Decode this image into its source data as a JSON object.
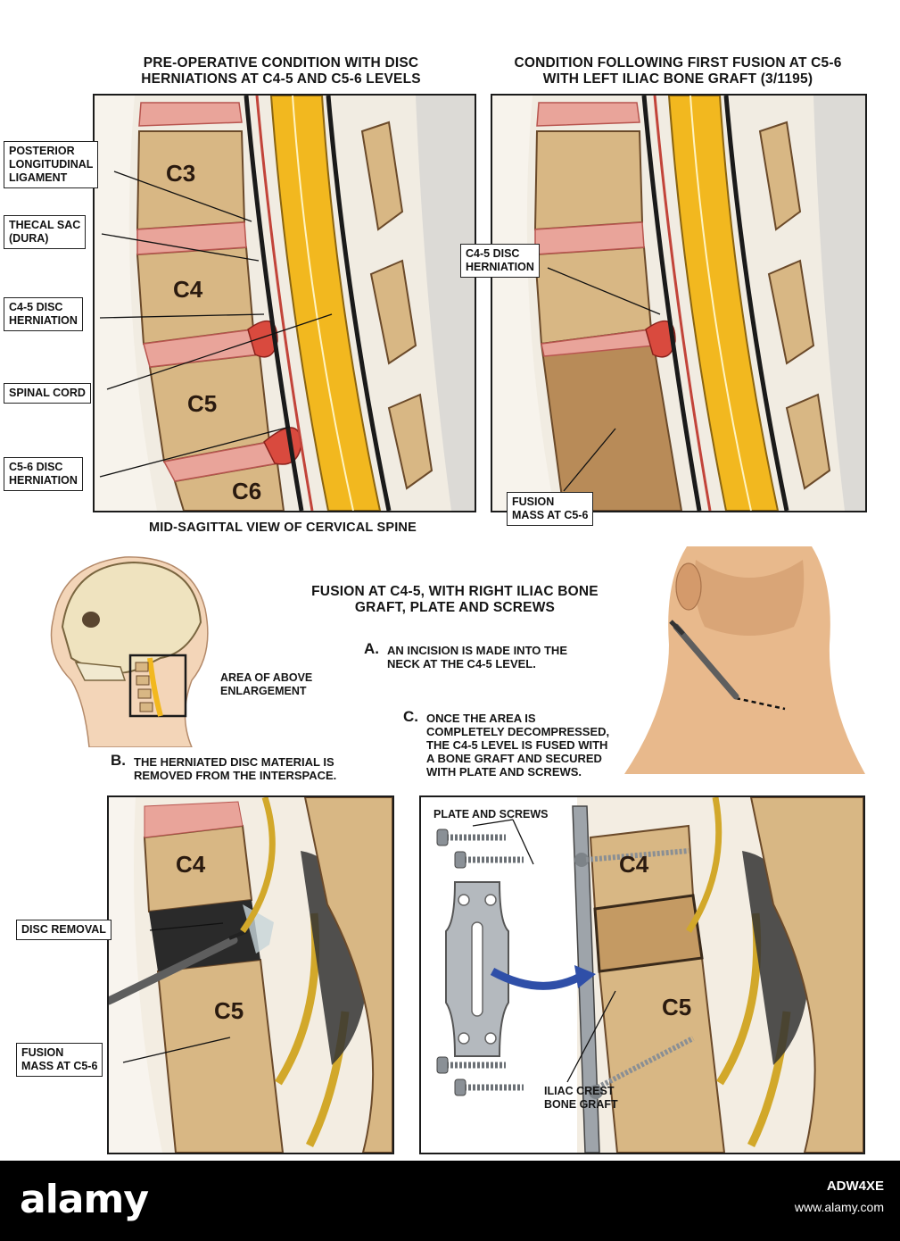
{
  "panels": {
    "preop": {
      "title": "PRE-OPERATIVE CONDITION WITH DISC\nHERNIATIONS AT C4-5 AND C5-6 LEVELS",
      "caption": "MID-SAGITTAL VIEW OF CERVICAL SPINE",
      "vertebrae": [
        "C3",
        "C4",
        "C5",
        "C6"
      ],
      "labels": {
        "pll": "POSTERIOR\nLONGITUDINAL\nLIGAMENT",
        "thecal": "THECAL SAC\n(DURA)",
        "c45": "C4-5 DISC\nHERNIATION",
        "cord": "SPINAL CORD",
        "c56": "C5-6 DISC\nHERNIATION"
      }
    },
    "first_fusion": {
      "title": "CONDITION FOLLOWING FIRST FUSION AT C5-6\nWITH LEFT ILIAC BONE GRAFT (3/1195)",
      "labels": {
        "c45": "C4-5 DISC\nHERNIATION",
        "fusion": "FUSION\nMASS AT C5-6"
      }
    },
    "procedure": {
      "title": "FUSION AT C4-5, WITH RIGHT ILIAC BONE\nGRAFT, PLATE AND SCREWS",
      "head_label": "AREA OF ABOVE\nENLARGEMENT",
      "steps": {
        "a": {
          "letter": "A.",
          "text": "AN INCISION IS MADE INTO THE\nNECK AT THE C4-5 LEVEL."
        },
        "b": {
          "letter": "B.",
          "text": "THE HERNIATED DISC MATERIAL IS\nREMOVED FROM THE INTERSPACE."
        },
        "c": {
          "letter": "C.",
          "text": "ONCE THE AREA IS\nCOMPLETELY DECOMPRESSED,\nTHE C4-5 LEVEL IS FUSED WITH\nA BONE GRAFT AND SECURED\nWITH PLATE AND SCREWS."
        }
      }
    },
    "removal": {
      "vertebrae": [
        "C4",
        "C5"
      ],
      "labels": {
        "disc": "DISC REMOVAL",
        "fusion": "FUSION\nMASS AT C5-6"
      }
    },
    "plate": {
      "vertebrae": [
        "C4",
        "C5"
      ],
      "labels": {
        "plate": "PLATE AND SCREWS",
        "graft": "ILIAC CREST\nBONE  GRAFT"
      }
    }
  },
  "footer": {
    "logo": "alamy",
    "image_id": "ADW4XE",
    "url": "www.alamy.com"
  }
}
